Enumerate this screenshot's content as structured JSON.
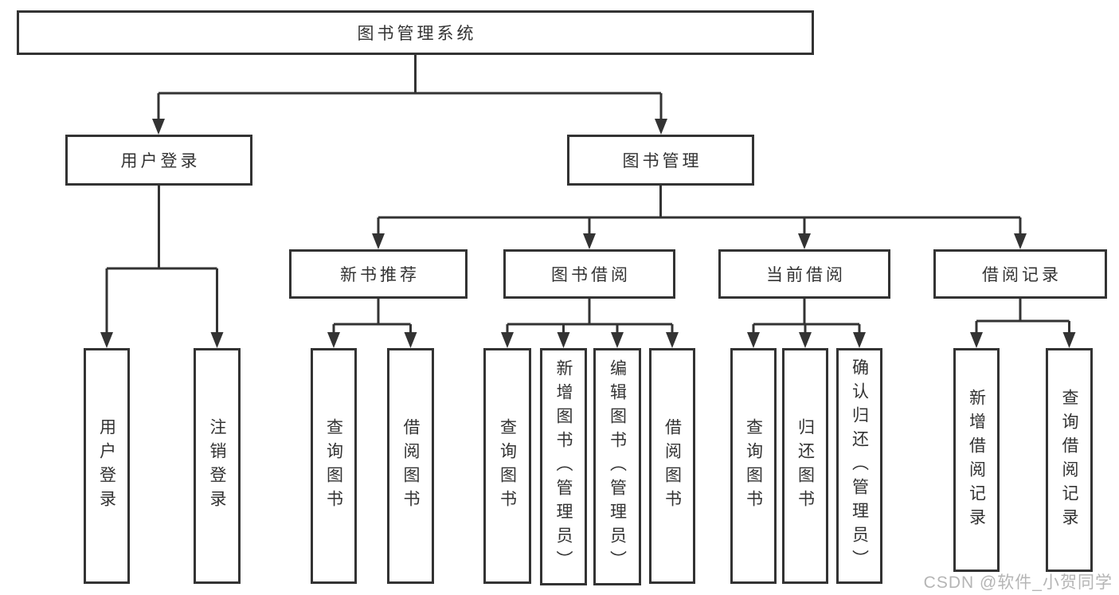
{
  "colors": {
    "line": "#333333",
    "box_border": "#333333",
    "box_fill": "#ffffff",
    "text": "#333333",
    "watermark": "#b5b5b5",
    "background": "#ffffff"
  },
  "watermark": {
    "text": "CSDN @软件_小贺同学"
  },
  "tree": {
    "root": {
      "label": "图书管理系统"
    },
    "branches": [
      {
        "label": "用户登录",
        "children": [
          {
            "label": "用户登录"
          },
          {
            "label": "注销登录"
          }
        ]
      },
      {
        "label": "图书管理",
        "children": [
          {
            "label": "新书推荐",
            "children": [
              {
                "label": "查询图书"
              },
              {
                "label": "借阅图书"
              }
            ]
          },
          {
            "label": "图书借阅",
            "children": [
              {
                "label": "查询图书"
              },
              {
                "label": "新增图书（管理员）"
              },
              {
                "label": "编辑图书（管理员）"
              },
              {
                "label": "借阅图书"
              }
            ]
          },
          {
            "label": "当前借阅",
            "children": [
              {
                "label": "查询图书"
              },
              {
                "label": "归还图书"
              },
              {
                "label": "确认归还（管理员）"
              }
            ]
          },
          {
            "label": "借阅记录",
            "children": [
              {
                "label": "新增借阅记录"
              },
              {
                "label": "查询借阅记录"
              }
            ]
          }
        ]
      }
    ]
  }
}
